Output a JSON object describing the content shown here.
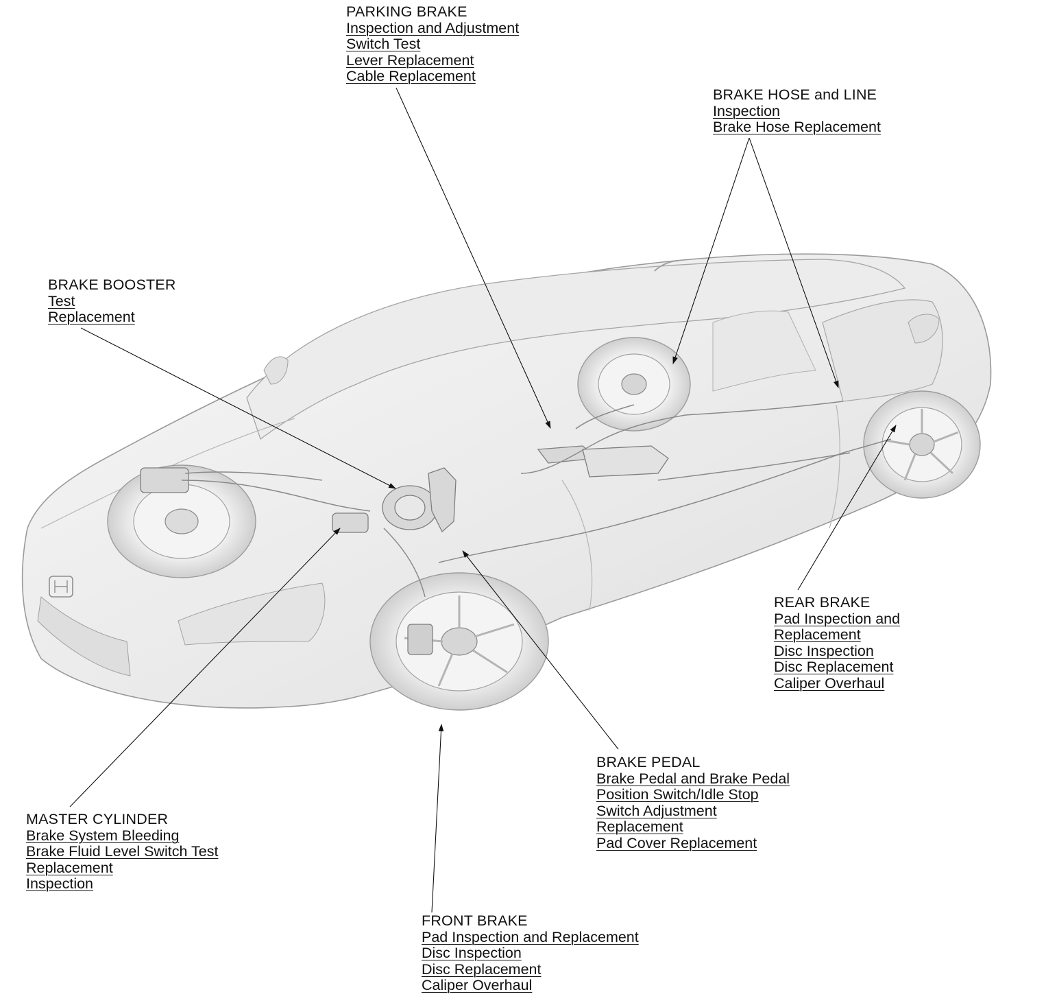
{
  "groups": {
    "parking_brake": {
      "title": "PARKING BRAKE",
      "items": [
        "Inspection and Adjustment",
        "Switch Test",
        "Lever Replacement",
        "Cable Replacement"
      ]
    },
    "brake_hose_line": {
      "title": "BRAKE HOSE and LINE",
      "items": [
        "Inspection",
        "Brake Hose Replacement"
      ]
    },
    "brake_booster": {
      "title": "BRAKE BOOSTER",
      "items": [
        "Test",
        "Replacement"
      ]
    },
    "rear_brake": {
      "title": "REAR BRAKE",
      "items": [
        "Pad Inspection and",
        "Replacement",
        "Disc Inspection",
        "Disc Replacement",
        "Caliper Overhaul"
      ]
    },
    "brake_pedal": {
      "title": "BRAKE PEDAL",
      "items": [
        "Brake Pedal and Brake Pedal",
        "Position Switch/Idle Stop",
        "Switch Adjustment",
        "Replacement",
        "Pad Cover Replacement"
      ]
    },
    "master_cylinder": {
      "title": "MASTER CYLINDER",
      "items": [
        "Brake System Bleeding",
        "Brake Fluid Level Switch Test",
        "Replacement",
        "Inspection"
      ]
    },
    "front_brake": {
      "title": "FRONT BRAKE",
      "items": [
        "Pad Inspection and Replacement",
        "Disc Inspection",
        "Disc Replacement",
        "Caliper Overhaul"
      ]
    }
  },
  "colors": {
    "line": "#111111",
    "body_fill": "#f1f1f1",
    "body_stroke": "#9a9a9a",
    "component": "#7d7d7d"
  }
}
